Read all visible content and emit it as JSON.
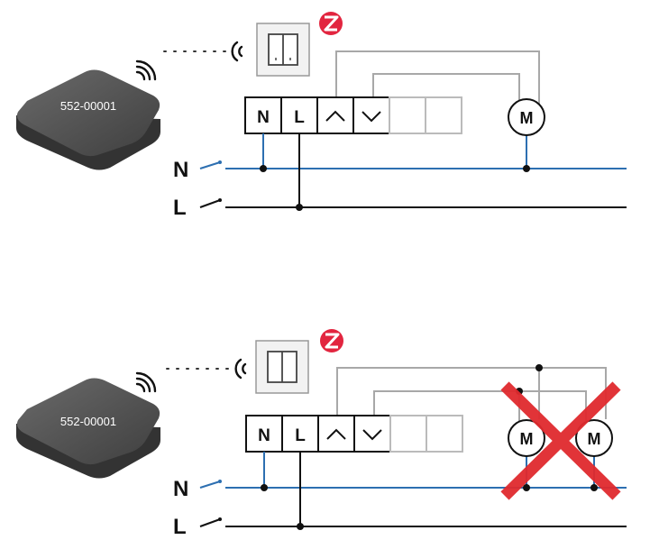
{
  "diagrams": [
    {
      "hub_label": "552-00001",
      "terminals": [
        "N",
        "L"
      ],
      "rails": [
        "N",
        "L"
      ],
      "motors": [
        "M"
      ]
    },
    {
      "hub_label": "552-00001",
      "terminals": [
        "N",
        "L"
      ],
      "rails": [
        "N",
        "L"
      ],
      "motors": [
        "M",
        "M"
      ]
    }
  ],
  "colors": {
    "neutral_wire": "#2d6fb1",
    "live_wire": "#111111",
    "control_wire": "#a8a8a8",
    "zwave_logo": "#e2253f",
    "cross": "#e02a2e",
    "hub_body": "#555555"
  },
  "icons": [
    "hub-device",
    "wifi-signal-icon",
    "zwave-logo-icon",
    "wall-switch-icon",
    "motor-icon",
    "cross-icon",
    "arrow-up-icon",
    "arrow-down-icon",
    "switch-icon"
  ]
}
